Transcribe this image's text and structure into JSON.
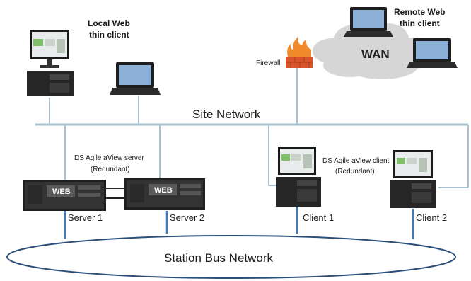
{
  "labels": {
    "local_web_line1": "Local Web",
    "local_web_line2": "thin client",
    "remote_web_line1": "Remote Web",
    "remote_web_line2": "thin client",
    "wan": "WAN",
    "firewall": "Firewall",
    "site_network": "Site Network",
    "server_caption_line1": "DS Agile aView server",
    "server_caption_line2": "(Redundant)",
    "client_caption_line1": "DS Agile aView client",
    "client_caption_line2": "(Redundant)",
    "server1": "Server 1",
    "server2": "Server 2",
    "client1": "Client 1",
    "client2": "Client 2",
    "server1_badge": "WEB",
    "server2_badge": "WEB",
    "station_bus": "Station Bus Network"
  },
  "colors": {
    "network_line": "#9fb8c9",
    "station_bus_line": "#2f6fa8",
    "bus_ellipse": "#2c4f7a",
    "wan_cloud": "#d4d4d4",
    "firewall": "#e2622a",
    "device_dark": "#222222"
  }
}
